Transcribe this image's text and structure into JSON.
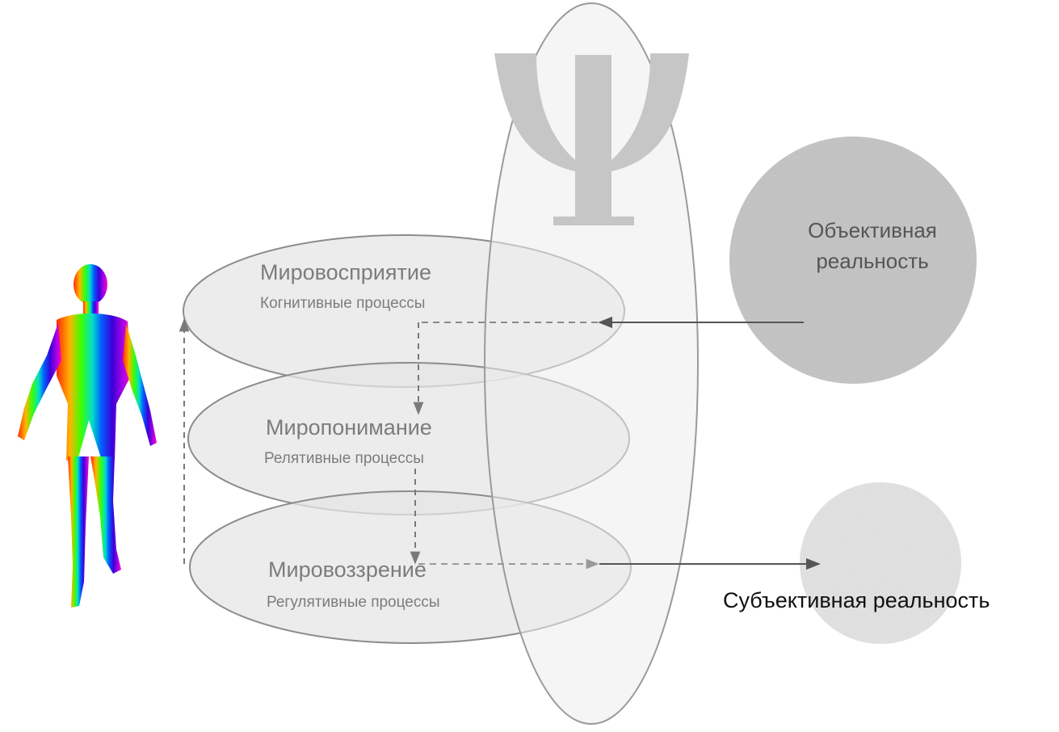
{
  "colors": {
    "outline": "#8c8c8c",
    "layer_fill": "#e6e6e6",
    "psi_ellipse_fill": "#e9e9e9",
    "psi_symbol": "#c8c8c8",
    "objective_sphere": "#c4c4c4",
    "subjective_sphere": "#e2e2e2",
    "arrow_dark": "#555555",
    "arrow_dashed": "#8a8a8a"
  },
  "icons": {
    "psi": "psi-symbol-icon",
    "human": "human-figure-icon"
  },
  "layers": [
    {
      "title": "Мировосприятие",
      "subtitle": "Когнитивные процессы"
    },
    {
      "title": "Миропонимание",
      "subtitle": "Релятивные процессы"
    },
    {
      "title": "Мировоззрение",
      "subtitle": "Регулятивные процессы"
    }
  ],
  "objective_reality": {
    "line1": "Объективная",
    "line2": "реальность"
  },
  "subjective_reality": {
    "label": "Субъективная реальность"
  }
}
